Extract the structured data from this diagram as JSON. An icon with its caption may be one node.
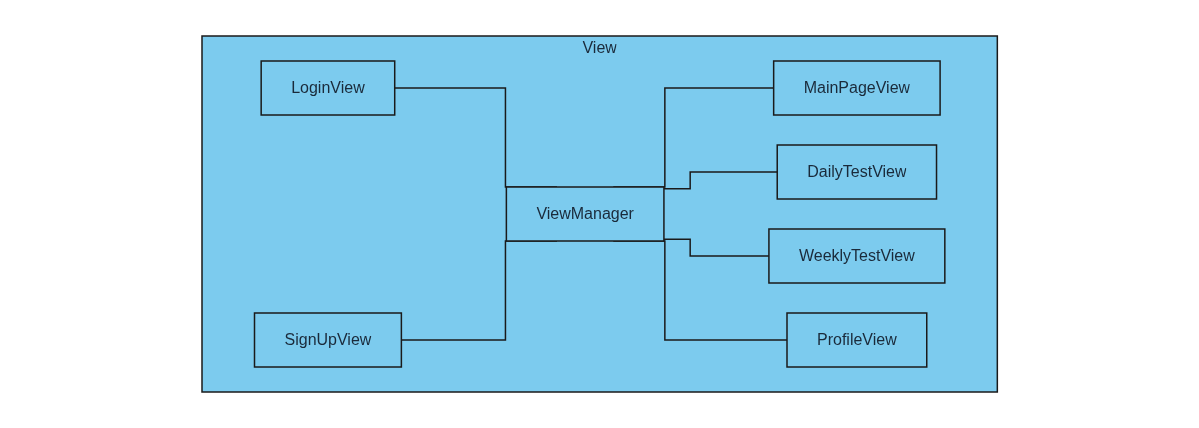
{
  "diagram": {
    "nodes": [
      {
        "text": [
          "View"
        ]
      },
      {
        "text": [
          "LoginView"
        ],
        "in": 0
      },
      {
        "text": [
          "ViewManager"
        ],
        "in": 0
      },
      {
        "text": [
          "MainPageView"
        ],
        "in": 0
      },
      {
        "text": [
          "SignUpView"
        ],
        "in": 0
      },
      {
        "text": [
          "DailyTestView"
        ],
        "in": 0
      },
      {
        "text": [
          "WeeklyTestView"
        ],
        "in": 0
      },
      {
        "text": [
          "ProfileView"
        ],
        "in": 0
      }
    ],
    "edges": [
      {
        "from": 1,
        "to": 2,
        "arrow": "none"
      },
      {
        "from": 2,
        "to": 3,
        "arrow": "none"
      },
      {
        "from": 4,
        "to": 2,
        "arrow": "none"
      },
      {
        "from": 2,
        "to": 5,
        "arrow": "none"
      },
      {
        "from": 2,
        "to": 6,
        "arrow": "none"
      },
      {
        "from": 2,
        "to": 7,
        "arrow": "none"
      }
    ]
  }
}
